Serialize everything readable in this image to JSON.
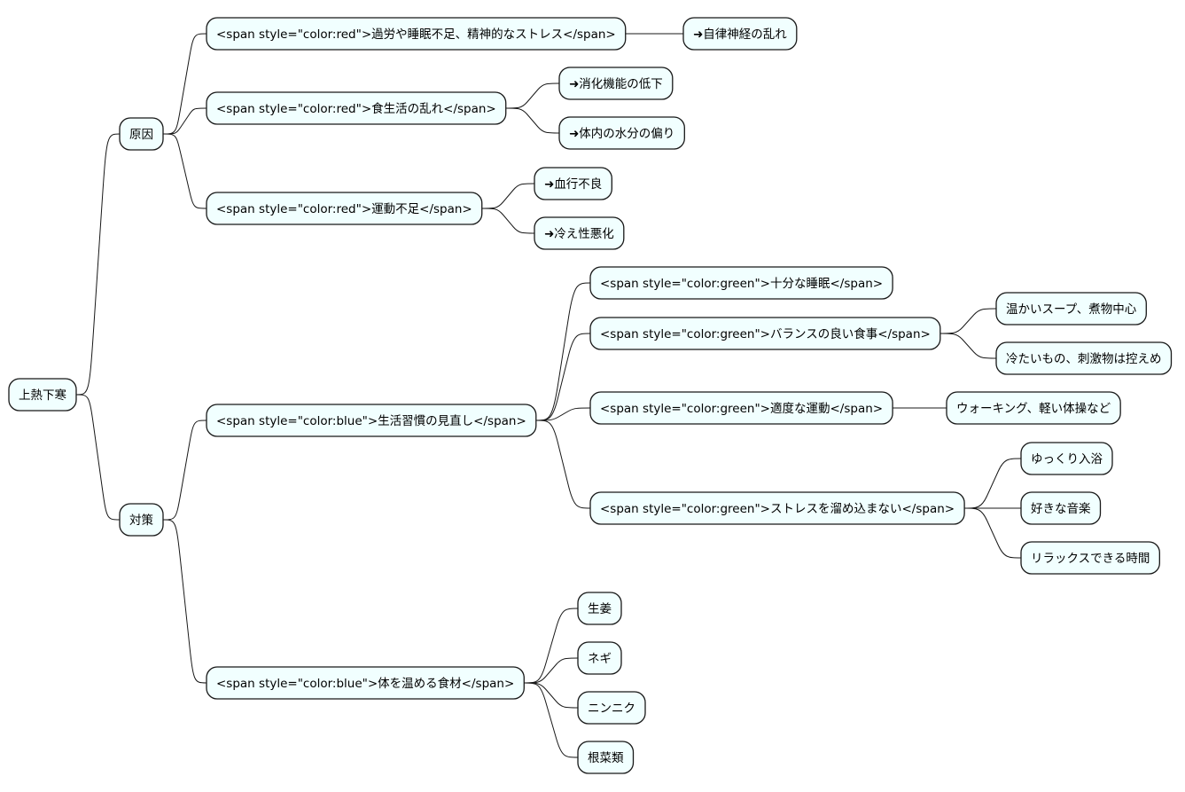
{
  "mindmap": {
    "root": "上熱下寒",
    "branches": [
      {
        "label": "原因",
        "children": [
          {
            "label": "<span style=\"color:red\">過労や睡眠不足、精神的なストレス</span>",
            "children": [
              "➜自律神経の乱れ"
            ]
          },
          {
            "label": "<span style=\"color:red\">食生活の乱れ</span>",
            "children": [
              "➜消化機能の低下",
              "➜体内の水分の偏り"
            ]
          },
          {
            "label": "<span style=\"color:red\">運動不足</span>",
            "children": [
              "➜血行不良",
              "➜冷え性悪化"
            ]
          }
        ]
      },
      {
        "label": "対策",
        "children": [
          {
            "label": "<span style=\"color:blue\">生活習慣の見直し</span>",
            "children": [
              {
                "label": "<span style=\"color:green\">十分な睡眠</span>",
                "children": []
              },
              {
                "label": "<span style=\"color:green\">バランスの良い食事</span>",
                "children": [
                  "温かいスープ、煮物中心",
                  "冷たいもの、刺激物は控えめ"
                ]
              },
              {
                "label": "<span style=\"color:green\">適度な運動</span>",
                "children": [
                  "ウォーキング、軽い体操など"
                ]
              },
              {
                "label": "<span style=\"color:green\">ストレスを溜め込まない</span>",
                "children": [
                  "ゆっくり入浴",
                  "好きな音楽",
                  "リラックスできる時間"
                ]
              }
            ]
          },
          {
            "label": "<span style=\"color:blue\">体を温める食材</span>",
            "children": [
              "生姜",
              "ネギ",
              "ニンニク",
              "根菜類"
            ]
          }
        ]
      }
    ]
  }
}
